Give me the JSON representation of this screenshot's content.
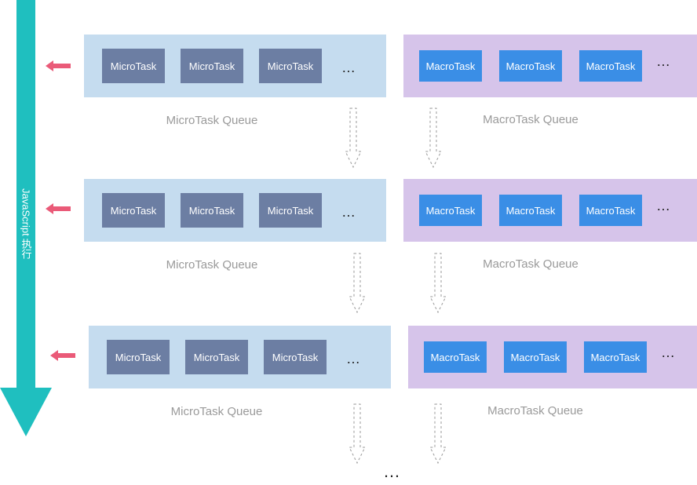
{
  "timeline": {
    "label": "JavaScript 执行",
    "color": "#1fbfbf"
  },
  "arrow_color": "#ea5a78",
  "rows": [
    {
      "micro_tasks": [
        "MicroTask",
        "MicroTask",
        "MicroTask"
      ],
      "micro_ellipsis": "…",
      "micro_label": "MicroTask Queue",
      "macro_tasks": [
        "MacroTask",
        "MacroTask",
        "MacroTask"
      ],
      "macro_ellipsis": "…",
      "macro_label": "MacroTask Queue"
    },
    {
      "micro_tasks": [
        "MicroTask",
        "MicroTask",
        "MicroTask"
      ],
      "micro_ellipsis": "…",
      "micro_label": "MicroTask Queue",
      "macro_tasks": [
        "MacroTask",
        "MacroTask",
        "MacroTask"
      ],
      "macro_ellipsis": "…",
      "macro_label": "MacroTask Queue"
    },
    {
      "micro_tasks": [
        "MicroTask",
        "MicroTask",
        "MicroTask"
      ],
      "micro_ellipsis": "…",
      "micro_label": "MicroTask Queue",
      "macro_tasks": [
        "MacroTask",
        "MacroTask",
        "MacroTask"
      ],
      "macro_ellipsis": "…",
      "macro_label": "MacroTask Queue"
    }
  ],
  "final_ellipsis": "…"
}
